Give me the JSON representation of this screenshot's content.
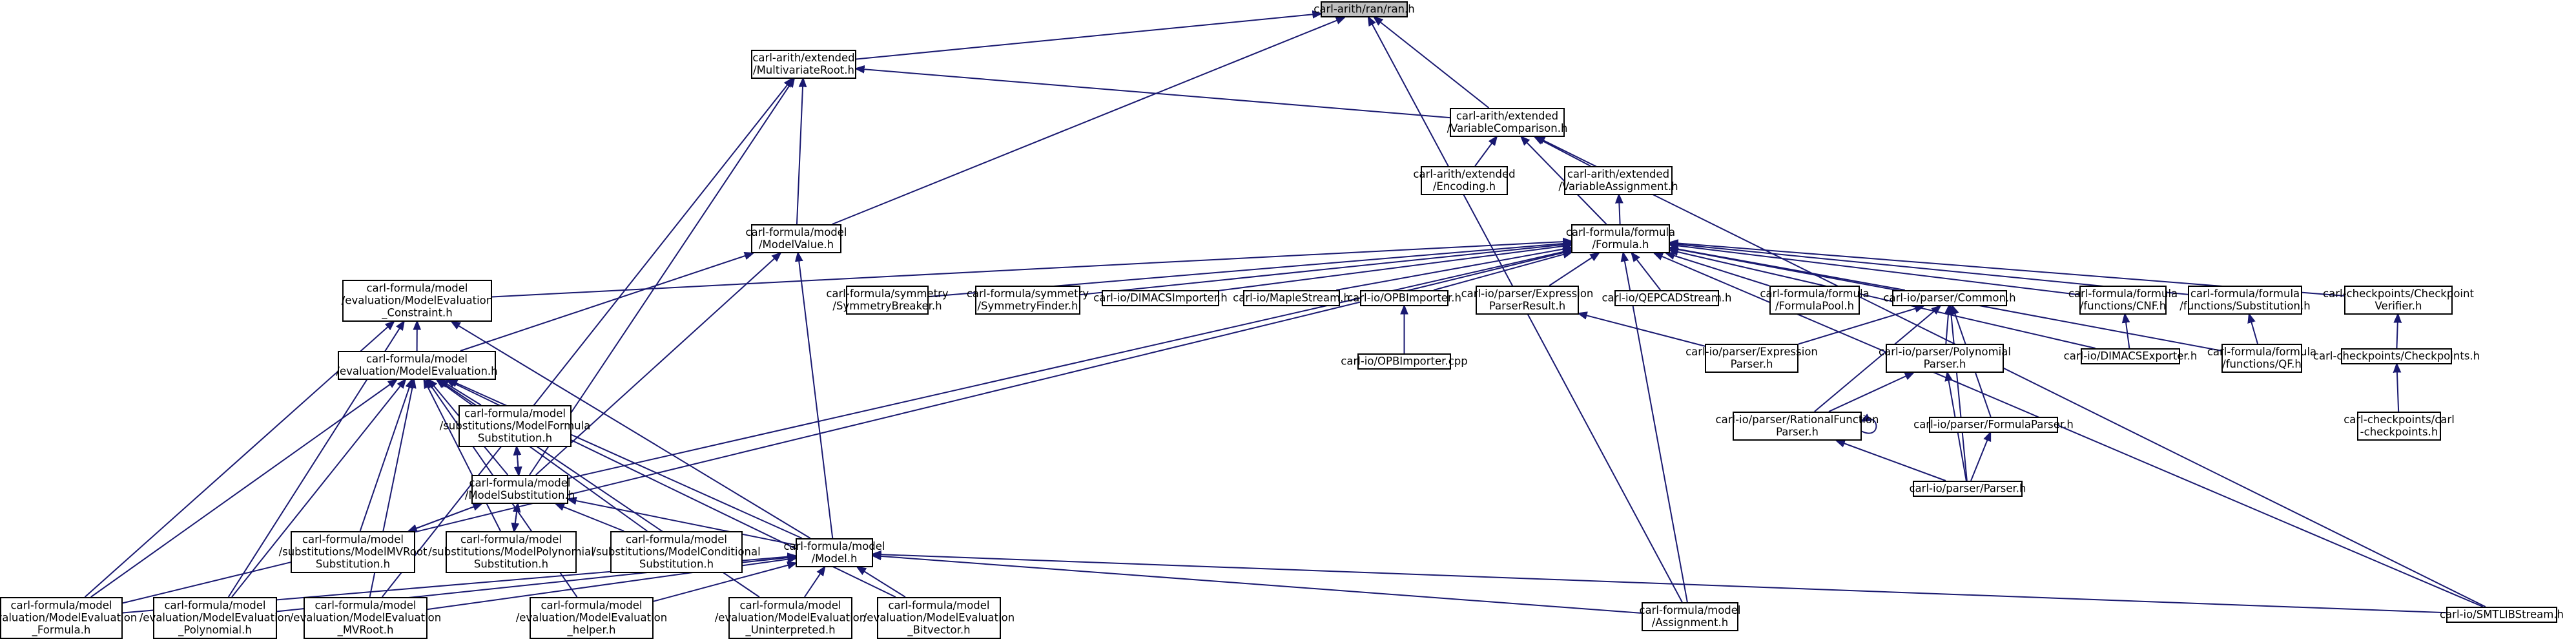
{
  "graph": {
    "root": "n0",
    "colors": {
      "edge": "#191970",
      "node_border": "#000000",
      "root_fill": "#bfbfbf",
      "node_fill": "#ffffff"
    },
    "nodes": [
      {
        "id": "n0",
        "lines": [
          "carl-arith/ran/ran.h"
        ],
        "root": true
      },
      {
        "id": "n1",
        "lines": [
          "carl-arith/extended",
          "/MultivariateRoot.h"
        ]
      },
      {
        "id": "n2",
        "lines": [
          "carl-arith/extended",
          "/VariableComparison.h"
        ]
      },
      {
        "id": "n3",
        "lines": [
          "carl-arith/extended",
          "/Encoding.h"
        ]
      },
      {
        "id": "n4",
        "lines": [
          "carl-arith/extended",
          "/VariableAssignment.h"
        ]
      },
      {
        "id": "n5",
        "lines": [
          "carl-formula/formula",
          "/Formula.h"
        ]
      },
      {
        "id": "n6",
        "lines": [
          "carl-formula/model",
          "/ModelValue.h"
        ]
      },
      {
        "id": "n7",
        "lines": [
          "carl-formula/model",
          "/evaluation/ModelEvaluation",
          "_Constraint.h"
        ]
      },
      {
        "id": "n8",
        "lines": [
          "carl-formula/symmetry",
          "/SymmetryBreaker.h"
        ]
      },
      {
        "id": "n9",
        "lines": [
          "carl-formula/symmetry",
          "/SymmetryFinder.h"
        ]
      },
      {
        "id": "n10",
        "lines": [
          "carl-io/DIMACSImporter.h"
        ]
      },
      {
        "id": "n11",
        "lines": [
          "carl-io/MapleStream.h"
        ]
      },
      {
        "id": "n12",
        "lines": [
          "carl-io/OPBImporter.h"
        ]
      },
      {
        "id": "n13",
        "lines": [
          "carl-io/parser/Expression",
          "ParserResult.h"
        ]
      },
      {
        "id": "n14",
        "lines": [
          "carl-io/QEPCADStream.h"
        ]
      },
      {
        "id": "n15",
        "lines": [
          "carl-formula/formula",
          "/FormulaPool.h"
        ]
      },
      {
        "id": "n16",
        "lines": [
          "carl-io/parser/Common.h"
        ]
      },
      {
        "id": "n17",
        "lines": [
          "carl-formula/formula",
          "/functions/CNF.h"
        ]
      },
      {
        "id": "n18",
        "lines": [
          "carl-formula/formula",
          "/functions/Substitution.h"
        ]
      },
      {
        "id": "n19",
        "lines": [
          "carl-checkpoints/Checkpoint",
          "Verifier.h"
        ]
      },
      {
        "id": "n20",
        "lines": [
          "carl-io/OPBImporter.cpp"
        ]
      },
      {
        "id": "n21",
        "lines": [
          "carl-formula/model",
          "/evaluation/ModelEvaluation.h"
        ]
      },
      {
        "id": "n22",
        "lines": [
          "carl-io/parser/Expression",
          "Parser.h"
        ]
      },
      {
        "id": "n23",
        "lines": [
          "carl-io/parser/Polynomial",
          "Parser.h"
        ]
      },
      {
        "id": "n24",
        "lines": [
          "carl-io/DIMACSExporter.h"
        ]
      },
      {
        "id": "n25",
        "lines": [
          "carl-formula/formula",
          "/functions/QF.h"
        ]
      },
      {
        "id": "n26",
        "lines": [
          "carl-checkpoints/Checkpoints.h"
        ]
      },
      {
        "id": "n27",
        "lines": [
          "carl-formula/model",
          "/substitutions/ModelFormula",
          "Substitution.h"
        ]
      },
      {
        "id": "n28",
        "lines": [
          "carl-io/parser/RationalFunction",
          "Parser.h"
        ]
      },
      {
        "id": "n29",
        "lines": [
          "carl-io/parser/FormulaParser.h"
        ]
      },
      {
        "id": "n30",
        "lines": [
          "carl-checkpoints/carl",
          "-checkpoints.h"
        ]
      },
      {
        "id": "n31",
        "lines": [
          "carl-formula/model",
          "/ModelSubstitution.h"
        ]
      },
      {
        "id": "n32",
        "lines": [
          "carl-io/parser/Parser.h"
        ]
      },
      {
        "id": "n33",
        "lines": [
          "carl-formula/model",
          "/substitutions/ModelMVRoot",
          "Substitution.h"
        ]
      },
      {
        "id": "n34",
        "lines": [
          "carl-formula/model",
          "/substitutions/ModelPolynomial",
          "Substitution.h"
        ]
      },
      {
        "id": "n35",
        "lines": [
          "carl-formula/model",
          "/substitutions/ModelConditional",
          "Substitution.h"
        ]
      },
      {
        "id": "n36",
        "lines": [
          "carl-formula/model",
          "/Model.h"
        ]
      },
      {
        "id": "n37",
        "lines": [
          "carl-formula/model",
          "/evaluation/ModelEvaluation",
          "_Formula.h"
        ]
      },
      {
        "id": "n38",
        "lines": [
          "carl-formula/model",
          "/evaluation/ModelEvaluation",
          "_Polynomial.h"
        ]
      },
      {
        "id": "n39",
        "lines": [
          "carl-formula/model",
          "/evaluation/ModelEvaluation",
          "_MVRoot.h"
        ]
      },
      {
        "id": "n40",
        "lines": [
          "carl-formula/model",
          "/evaluation/ModelEvaluation",
          "_helper.h"
        ]
      },
      {
        "id": "n41",
        "lines": [
          "carl-formula/model",
          "/evaluation/ModelEvaluation",
          "_Uninterpreted.h"
        ]
      },
      {
        "id": "n42",
        "lines": [
          "carl-formula/model",
          "/evaluation/ModelEvaluation",
          "_Bitvector.h"
        ]
      },
      {
        "id": "n43",
        "lines": [
          "carl-formula/model",
          "/Assignment.h"
        ]
      },
      {
        "id": "n44",
        "lines": [
          "carl-io/SMTLIBStream.h"
        ]
      }
    ],
    "edges": [
      [
        "n0",
        "n1"
      ],
      [
        "n0",
        "n2"
      ],
      [
        "n0",
        "n6"
      ],
      [
        "n0",
        "n43"
      ],
      [
        "n1",
        "n2"
      ],
      [
        "n1",
        "n6"
      ],
      [
        "n1",
        "n31"
      ],
      [
        "n1",
        "n39"
      ],
      [
        "n2",
        "n3"
      ],
      [
        "n2",
        "n4"
      ],
      [
        "n2",
        "n5"
      ],
      [
        "n2",
        "n44"
      ],
      [
        "n4",
        "n5"
      ],
      [
        "n5",
        "n7"
      ],
      [
        "n5",
        "n8"
      ],
      [
        "n5",
        "n9"
      ],
      [
        "n5",
        "n10"
      ],
      [
        "n5",
        "n11"
      ],
      [
        "n5",
        "n12"
      ],
      [
        "n5",
        "n13"
      ],
      [
        "n5",
        "n14"
      ],
      [
        "n5",
        "n15"
      ],
      [
        "n5",
        "n16"
      ],
      [
        "n5",
        "n17"
      ],
      [
        "n5",
        "n18"
      ],
      [
        "n5",
        "n19"
      ],
      [
        "n5",
        "n24"
      ],
      [
        "n5",
        "n25"
      ],
      [
        "n5",
        "n31"
      ],
      [
        "n5",
        "n37"
      ],
      [
        "n5",
        "n43"
      ],
      [
        "n5",
        "n44"
      ],
      [
        "n6",
        "n31"
      ],
      [
        "n6",
        "n36"
      ],
      [
        "n6",
        "n21"
      ],
      [
        "n7",
        "n21"
      ],
      [
        "n7",
        "n36"
      ],
      [
        "n7",
        "n37"
      ],
      [
        "n7",
        "n38"
      ],
      [
        "n12",
        "n20"
      ],
      [
        "n13",
        "n22"
      ],
      [
        "n16",
        "n22"
      ],
      [
        "n16",
        "n23"
      ],
      [
        "n16",
        "n28"
      ],
      [
        "n16",
        "n29"
      ],
      [
        "n16",
        "n32"
      ],
      [
        "n17",
        "n24"
      ],
      [
        "n18",
        "n25"
      ],
      [
        "n19",
        "n26"
      ],
      [
        "n21",
        "n27"
      ],
      [
        "n21",
        "n31"
      ],
      [
        "n21",
        "n33"
      ],
      [
        "n21",
        "n34"
      ],
      [
        "n21",
        "n35"
      ],
      [
        "n21",
        "n36"
      ],
      [
        "n21",
        "n37"
      ],
      [
        "n21",
        "n38"
      ],
      [
        "n21",
        "n39"
      ],
      [
        "n21",
        "n40"
      ],
      [
        "n21",
        "n41"
      ],
      [
        "n21",
        "n42"
      ],
      [
        "n23",
        "n28"
      ],
      [
        "n23",
        "n32"
      ],
      [
        "n26",
        "n30"
      ],
      [
        "n27",
        "n31"
      ],
      [
        "n28",
        "n28"
      ],
      [
        "n28",
        "n32"
      ],
      [
        "n29",
        "n32"
      ],
      [
        "n31",
        "n27"
      ],
      [
        "n31",
        "n33"
      ],
      [
        "n31",
        "n34"
      ],
      [
        "n31",
        "n35"
      ],
      [
        "n31",
        "n36"
      ],
      [
        "n33",
        "n31"
      ],
      [
        "n34",
        "n31"
      ],
      [
        "n36",
        "n37"
      ],
      [
        "n36",
        "n38"
      ],
      [
        "n36",
        "n39"
      ],
      [
        "n36",
        "n40"
      ],
      [
        "n36",
        "n41"
      ],
      [
        "n36",
        "n42"
      ],
      [
        "n36",
        "n43"
      ],
      [
        "n36",
        "n44"
      ]
    ]
  }
}
